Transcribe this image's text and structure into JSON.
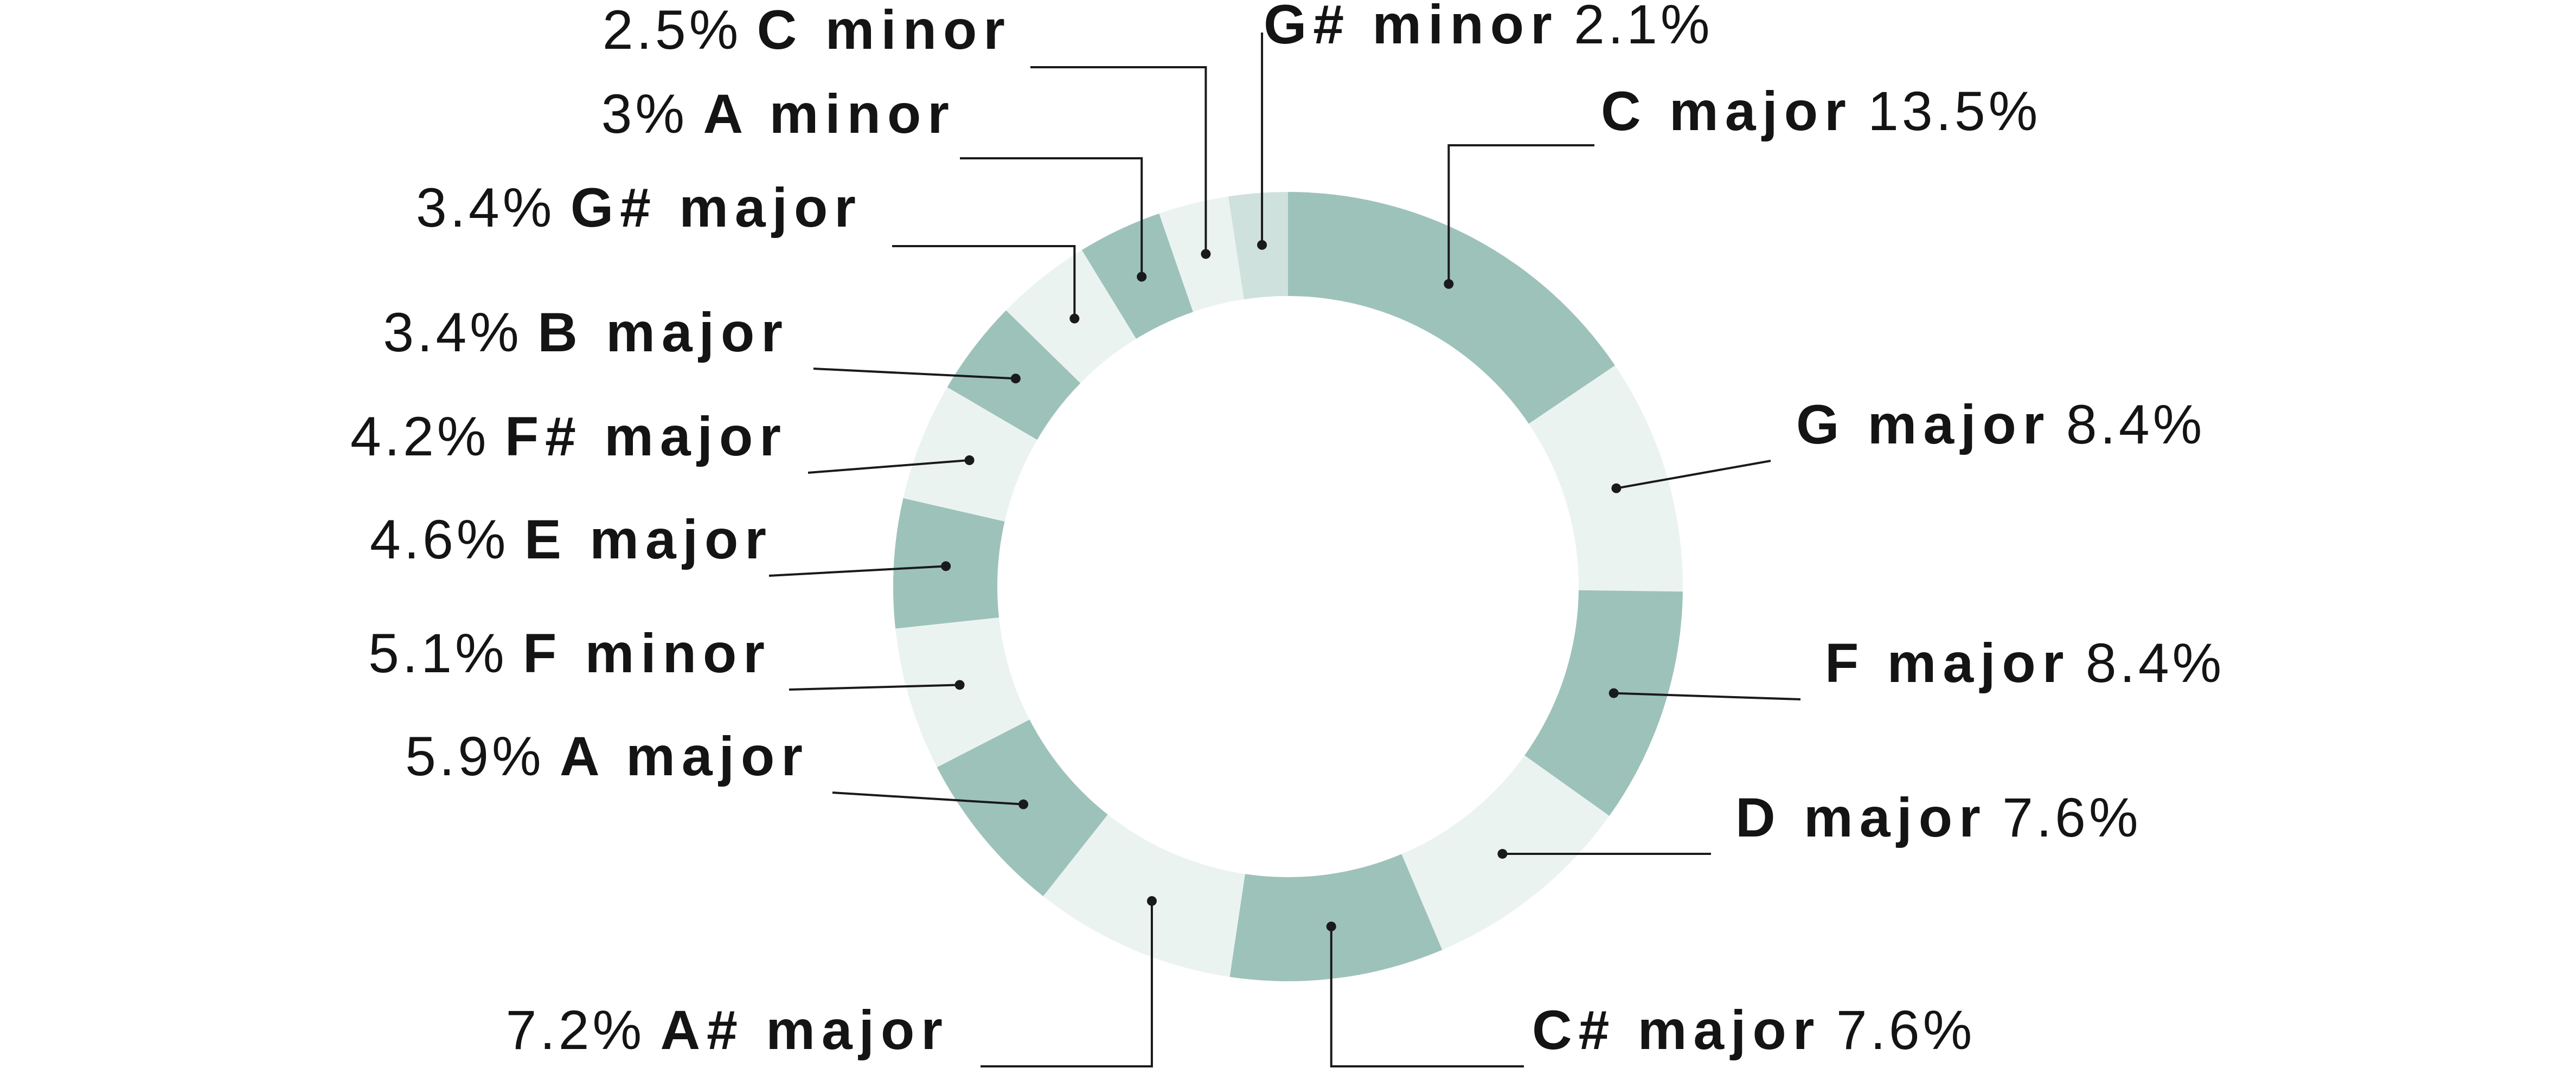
{
  "chart_data": {
    "type": "pie",
    "variant": "donut",
    "colors": {
      "dark": "#9dc2ba",
      "light": "#ebf3f0",
      "top": "#cfe1dc",
      "text": "#141414",
      "leader": "#1a1a1a"
    },
    "slices": [
      {
        "name": "C major",
        "pct": "13.5%",
        "value": 13.5,
        "shade": "dark"
      },
      {
        "name": "G major",
        "pct": "8.4%",
        "value": 8.4,
        "shade": "light"
      },
      {
        "name": "F major",
        "pct": "8.4%",
        "value": 8.4,
        "shade": "dark"
      },
      {
        "name": "D major",
        "pct": "7.6%",
        "value": 7.6,
        "shade": "light"
      },
      {
        "name": "C# major",
        "pct": "7.6%",
        "value": 7.6,
        "shade": "dark"
      },
      {
        "name": "A# major",
        "pct": "7.2%",
        "value": 7.2,
        "shade": "light"
      },
      {
        "name": "A major",
        "pct": "5.9%",
        "value": 5.9,
        "shade": "dark"
      },
      {
        "name": "F  minor",
        "pct": "5.1%",
        "value": 5.1,
        "shade": "light"
      },
      {
        "name": "E major",
        "pct": "4.6%",
        "value": 4.6,
        "shade": "dark"
      },
      {
        "name": "F# major",
        "pct": "4.2%",
        "value": 4.2,
        "shade": "light"
      },
      {
        "name": "B major",
        "pct": "3.4%",
        "value": 3.4,
        "shade": "dark"
      },
      {
        "name": "G# major",
        "pct": "3.4%",
        "value": 3.4,
        "shade": "light"
      },
      {
        "name": "A minor",
        "pct": "3%",
        "value": 3.0,
        "shade": "dark"
      },
      {
        "name": "C minor",
        "pct": "2.5%",
        "value": 2.5,
        "shade": "light"
      },
      {
        "name": "G# minor",
        "pct": "2.1%",
        "value": 2.1,
        "shade": "top"
      }
    ]
  }
}
